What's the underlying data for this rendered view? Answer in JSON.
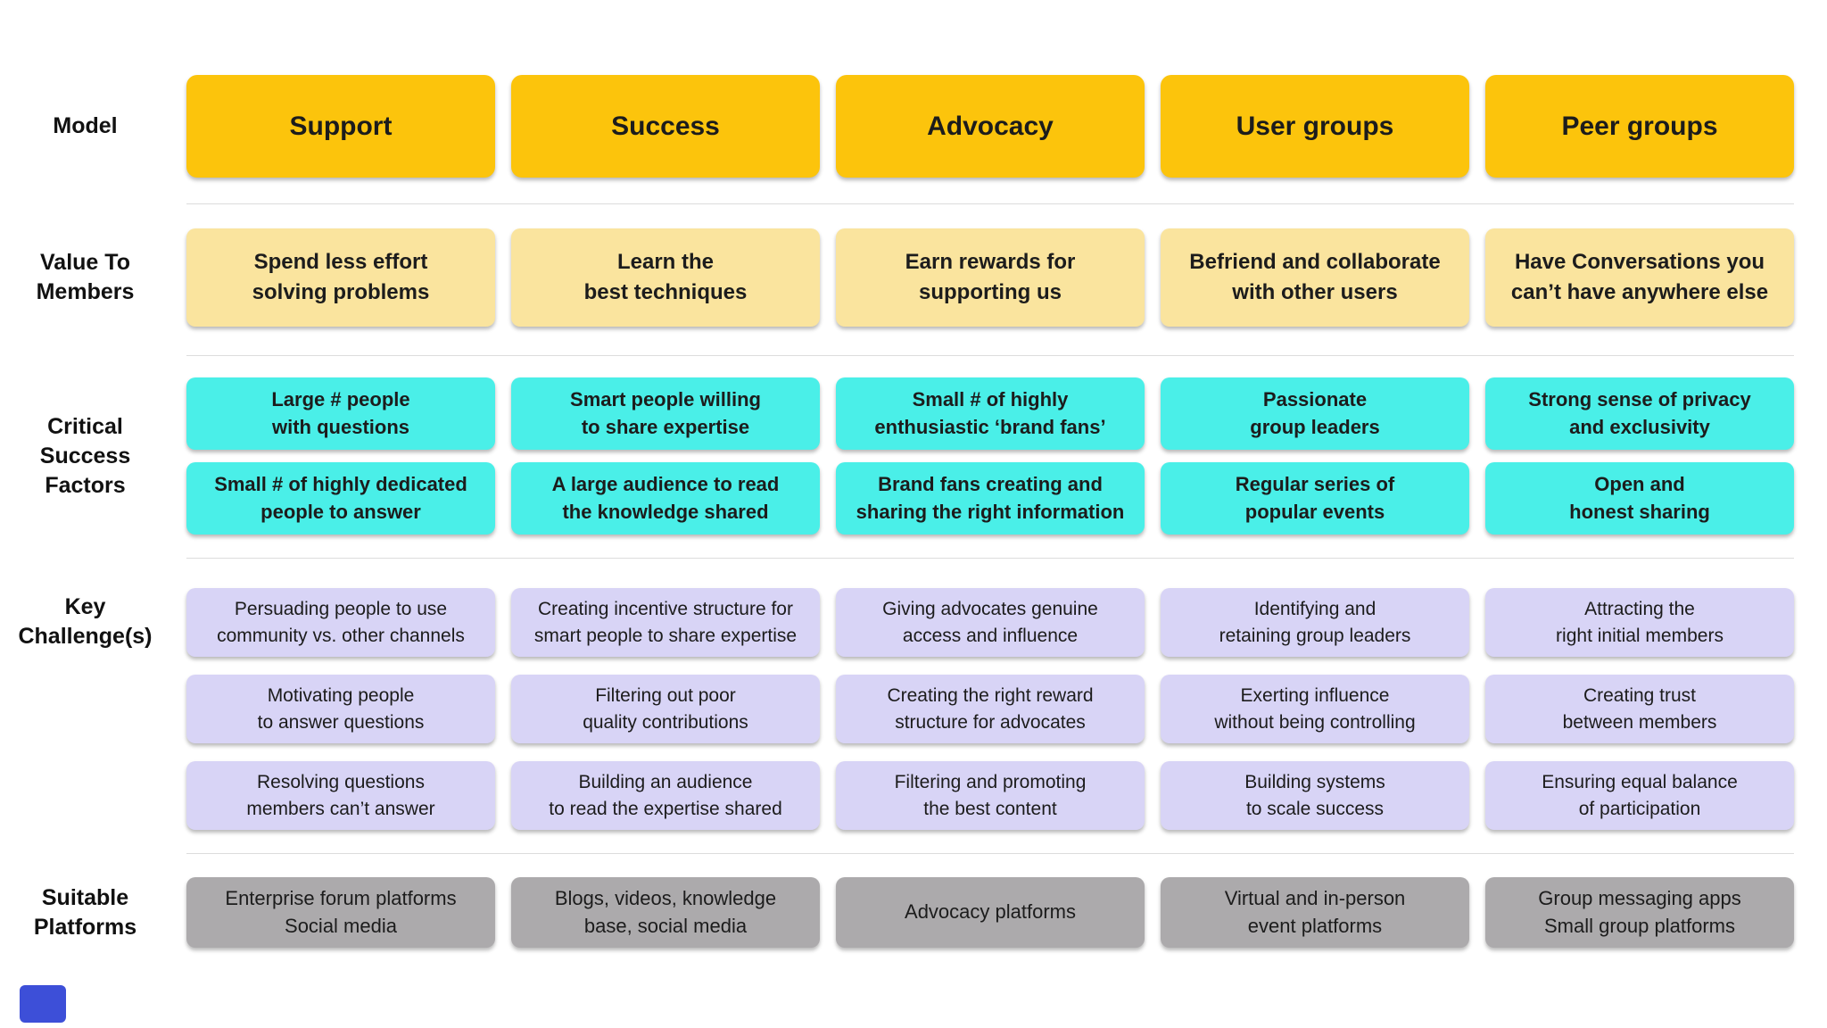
{
  "palette": {
    "header-yellow": "#FCC40C",
    "light-yellow": "#FAE49E",
    "cyan": "#4AEFE8",
    "lavender": "#D8D4F6",
    "plat-gray": "#ACAAAC",
    "divider-gray": "#DCDCDC",
    "corner-blue": "#3D4FD8",
    "text": "#1C1C1C"
  },
  "row_labels": {
    "model": "Model",
    "value": "Value To\nMembers",
    "critical": "Critical\nSuccess\nFactors",
    "challenges": "Key\nChallenge(s)",
    "platforms": "Suitable\nPlatforms"
  },
  "columns": [
    {
      "model": "Support",
      "value": "Spend less effort\nsolving problems",
      "critical": [
        "Large # people\nwith questions",
        "Small # of highly dedicated\npeople to answer"
      ],
      "challenges": [
        "Persuading people to use\ncommunity vs. other channels",
        "Motivating people\nto answer questions",
        "Resolving questions\nmembers can’t answer"
      ],
      "platforms": "Enterprise forum platforms\nSocial media"
    },
    {
      "model": "Success",
      "value": "Learn the\nbest techniques",
      "critical": [
        "Smart people willing\nto share expertise",
        "A large audience to read\nthe knowledge shared"
      ],
      "challenges": [
        "Creating incentive structure for\nsmart people to share expertise",
        "Filtering out poor\nquality contributions",
        "Building an audience\nto read the expertise shared"
      ],
      "platforms": "Blogs, videos, knowledge\nbase, social media"
    },
    {
      "model": "Advocacy",
      "value": "Earn rewards for\nsupporting us",
      "critical": [
        "Small # of highly\nenthusiastic ‘brand fans’",
        "Brand fans creating and\nsharing the right information"
      ],
      "challenges": [
        "Giving advocates genuine\naccess and influence",
        "Creating the right reward\nstructure for advocates",
        "Filtering and promoting\nthe best content"
      ],
      "platforms": "Advocacy platforms"
    },
    {
      "model": "User groups",
      "value": "Befriend and collaborate\nwith other users",
      "critical": [
        "Passionate\ngroup leaders",
        "Regular series of\npopular events"
      ],
      "challenges": [
        "Identifying and\nretaining group leaders",
        "Exerting influence\nwithout being controlling",
        "Building systems\nto scale success"
      ],
      "platforms": "Virtual and in-person\nevent platforms"
    },
    {
      "model": "Peer groups",
      "value": "Have Conversations you\ncan’t have anywhere else",
      "critical": [
        "Strong sense of privacy\nand exclusivity",
        "Open and\nhonest sharing"
      ],
      "challenges": [
        "Attracting the\nright initial members",
        "Creating trust\nbetween members",
        "Ensuring equal balance\nof participation"
      ],
      "platforms": "Group messaging apps\nSmall group platforms"
    }
  ]
}
